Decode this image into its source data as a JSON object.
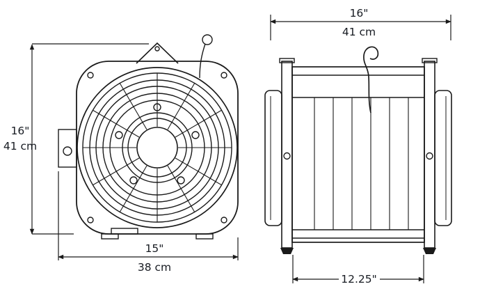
{
  "diagram": {
    "front_view": {
      "height_in": "16\"",
      "height_cm": "41 cm",
      "width_in": "15\"",
      "width_cm": "38 cm"
    },
    "side_view": {
      "width_in": "16\"",
      "width_cm": "41 cm",
      "depth_in": "12.25\""
    }
  },
  "colors": {
    "line": "#1a1a1a",
    "text": "#171b22",
    "background": "#ffffff"
  }
}
